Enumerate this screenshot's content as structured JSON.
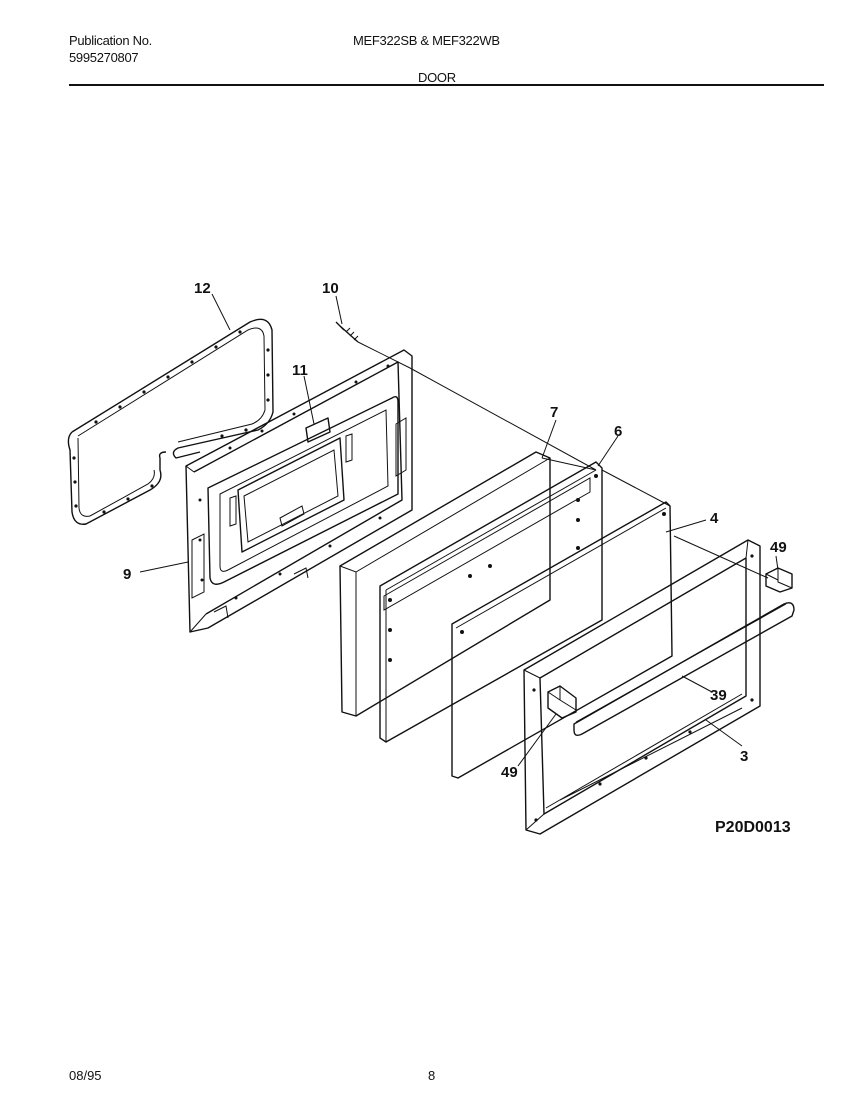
{
  "header": {
    "publication_label": "Publication No.",
    "publication_number": "5995270807",
    "models": "MEF322SB & MEF322WB",
    "section": "DOOR"
  },
  "diagram": {
    "code": "P20D0013",
    "callouts": {
      "p12": "12",
      "p10": "10",
      "p11": "11",
      "p7": "7",
      "p6": "6",
      "p4": "4",
      "p49a": "49",
      "p9": "9",
      "p39": "39",
      "p3": "3",
      "p49b": "49"
    }
  },
  "footer": {
    "date": "08/95",
    "page": "8"
  }
}
